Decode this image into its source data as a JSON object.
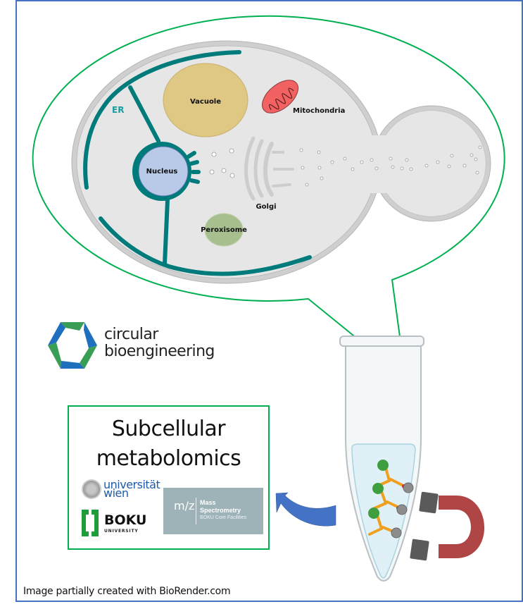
{
  "diagram": {
    "organelle_labels": {
      "er": "ER",
      "vacuole": "Vacuole",
      "mitochondria": "Mitochondria",
      "nucleus": "Nucleus",
      "golgi": "Golgi",
      "peroxisome": "Peroxisome"
    },
    "colors": {
      "frame": "#4472c4",
      "bubble_outline": "#00b050",
      "cell_wall": "#c8c8c8",
      "cytoplasm": "#e6e6e6",
      "er": "#007b7b",
      "er_label": "#1a9c9c",
      "vacuole": "#dfc784",
      "mitochondria": "#f26262",
      "nucleus": "#b9c9e8",
      "peroxisome": "#a7bf8f",
      "golgi": "#cdcdcd",
      "arrow": "#4472c4",
      "magnet": "#b04545",
      "magnet_poles": "#5a5a5a"
    }
  },
  "logos": {
    "circular_bioengineering": {
      "line1": "circular",
      "line2": "bioengineering"
    },
    "universitat_wien": {
      "line1": "universität",
      "line2": "wien"
    },
    "boku": {
      "line1": "BOKU",
      "line2": "UNIVERSITY"
    },
    "mass_spec": {
      "symbol": "m/z",
      "line1": "Mass",
      "line2": "Spectrometry",
      "line3": "BOKU Core Facilities"
    }
  },
  "box": {
    "title_line1": "Subcellular",
    "title_line2": "metabolomics"
  },
  "credit": "Image partially created with BioRender.com"
}
